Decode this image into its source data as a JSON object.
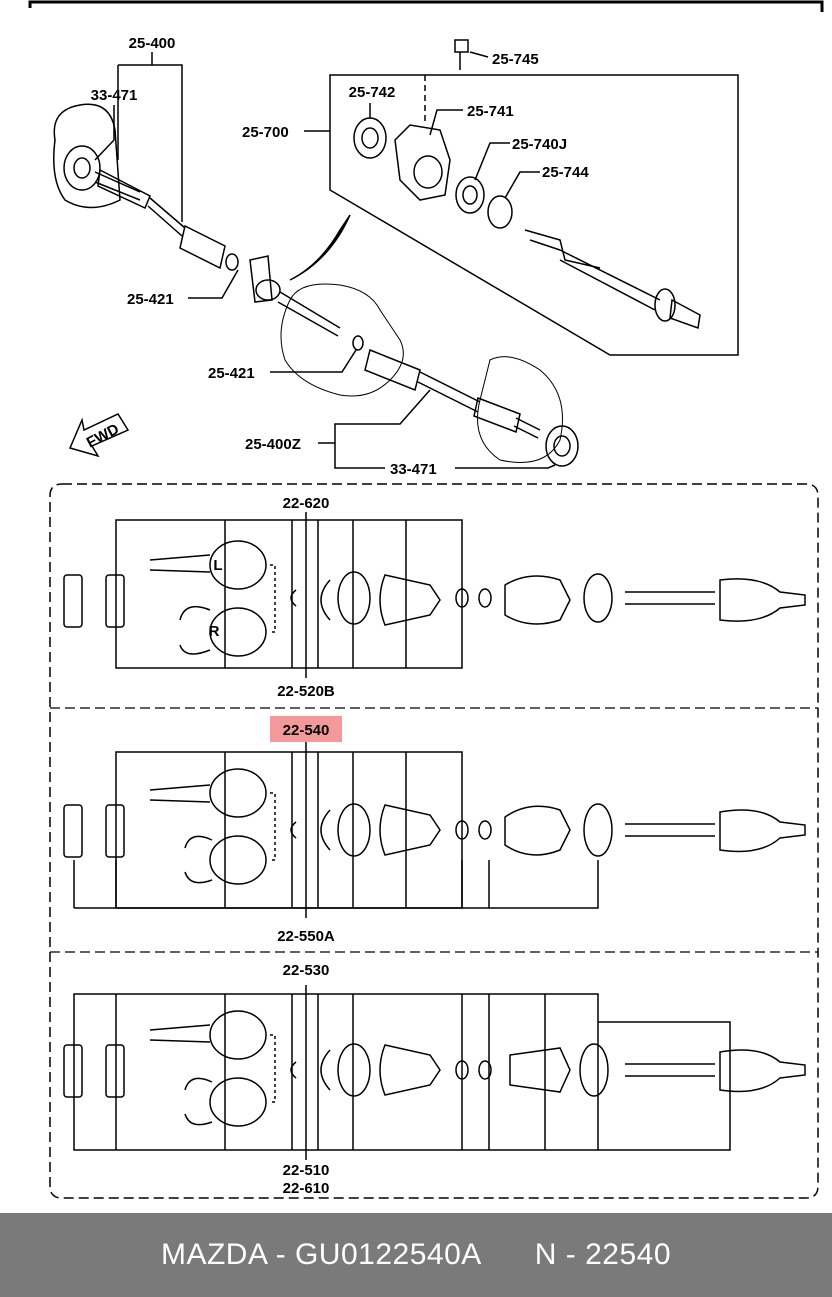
{
  "labels": {
    "p25_400": "25-400",
    "p33_471_top": "33-471",
    "p25_745": "25-745",
    "p25_742": "25-742",
    "p25_741": "25-741",
    "p25_700": "25-700",
    "p25_740j": "25-740J",
    "p25_744": "25-744",
    "p25_421_a": "25-421",
    "p25_421_b": "25-421",
    "p25_400z": "25-400Z",
    "p33_471_bottom": "33-471",
    "fwd": "FWD",
    "p22_620": "22-620",
    "p22_520b": "22-520B",
    "p22_540": "22-540",
    "p22_550a": "22-550A",
    "p22_530": "22-530",
    "p22_510": "22-510",
    "p22_610": "22-610",
    "side_l": "L",
    "side_r": "R"
  },
  "highlight_color": "#f08080",
  "footer": {
    "brand": "MAZDA - GU0122540A",
    "ref": "N - 22540"
  }
}
